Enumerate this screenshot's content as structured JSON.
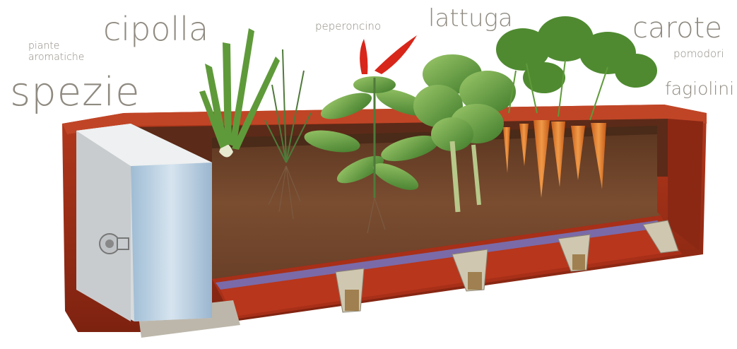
{
  "labels": {
    "spezie": "spezie",
    "cipolla": "cipolla",
    "piante": "piante",
    "aromatiche": "aromatiche",
    "peperoncino": "peperoncino",
    "lattuga": "lattuga",
    "carote": "carote",
    "pomodori": "pomodori",
    "fagiolini": "fagiolini"
  },
  "colors": {
    "label_gray": "#8f8a80",
    "box_red": "#9a2b16",
    "soil_brown": "#6b4228",
    "water_blue": "#b8cfe0",
    "carrot_orange": "#e07a2a",
    "leaf_green": "#5f9a3a"
  }
}
